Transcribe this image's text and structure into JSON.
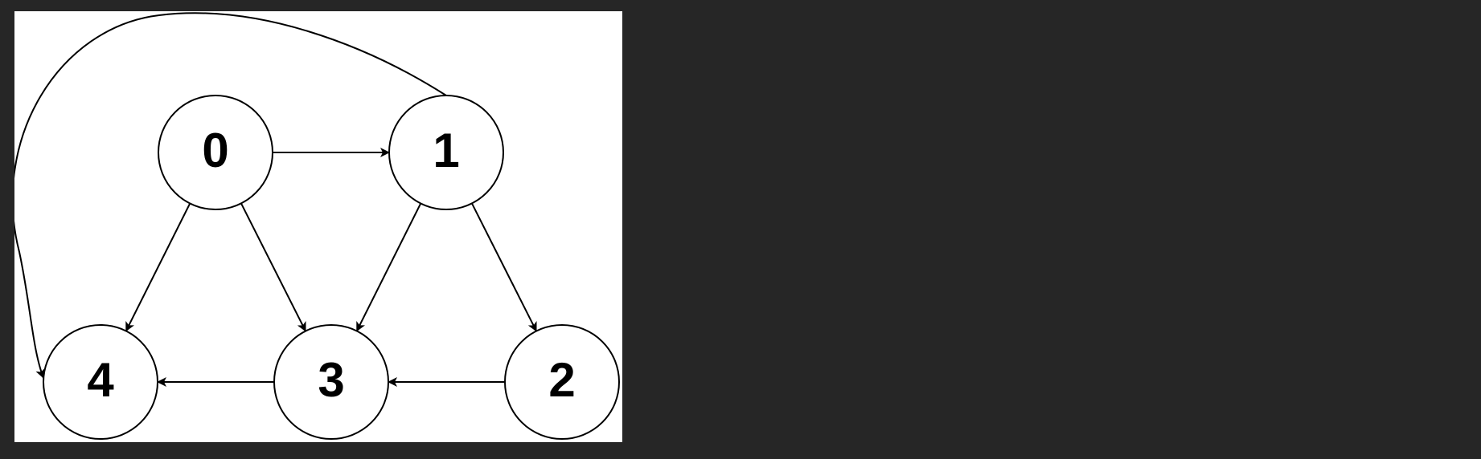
{
  "colors": {
    "viewer_background": "#262626",
    "canvas_background": "#ffffff",
    "stroke": "#000000"
  },
  "graph": {
    "directed": true,
    "nodes": [
      {
        "id": "0",
        "label": "0"
      },
      {
        "id": "1",
        "label": "1"
      },
      {
        "id": "2",
        "label": "2"
      },
      {
        "id": "3",
        "label": "3"
      },
      {
        "id": "4",
        "label": "4"
      }
    ],
    "edges": [
      {
        "from": "0",
        "to": "1"
      },
      {
        "from": "0",
        "to": "4"
      },
      {
        "from": "0",
        "to": "3"
      },
      {
        "from": "1",
        "to": "3"
      },
      {
        "from": "1",
        "to": "2"
      },
      {
        "from": "1",
        "to": "4"
      },
      {
        "from": "2",
        "to": "3"
      },
      {
        "from": "3",
        "to": "4"
      }
    ]
  }
}
